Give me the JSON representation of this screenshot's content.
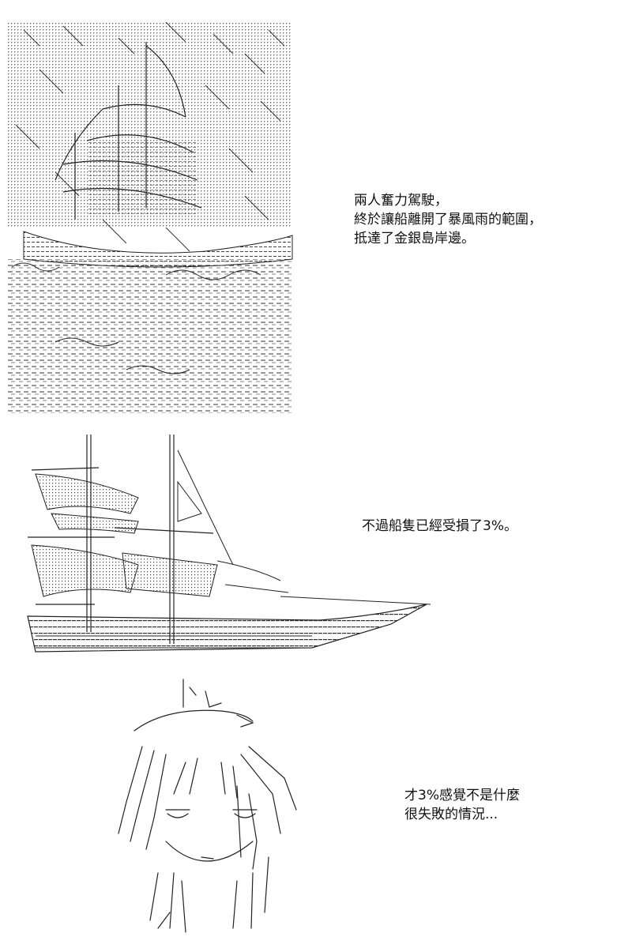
{
  "panels": [
    {
      "art": "ship-in-storm-ascii-art",
      "caption": [
        "兩人奮力駕駛，",
        "終於讓船離開了暴風雨的範圍，",
        "抵達了金銀島岸邊。"
      ]
    },
    {
      "art": "sailing-ship-ascii-art",
      "caption": [
        "不過船隻已經受損了3%。"
      ]
    },
    {
      "art": "long-haired-character-ascii-art",
      "caption": [
        "才3%感覺不是什麼",
        "很失敗的情況..."
      ]
    }
  ]
}
